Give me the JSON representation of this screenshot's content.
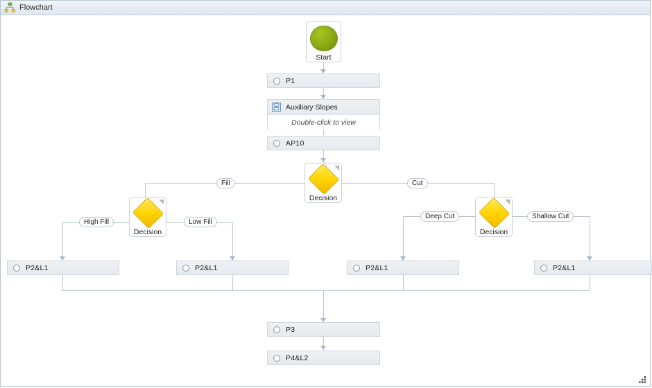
{
  "window": {
    "title": "Flowchart",
    "icon": "flowchart-hierarchy-icon",
    "resize_grip": "resize-grip-icon"
  },
  "palette": {
    "titlebar_bg": "#e7edf3",
    "titlebar_border": "#c3ced9",
    "canvas_bg": "#ffffff",
    "node_fill": "#e9edf1",
    "node_border": "#cfd6dd",
    "connector": "#b9c6d6",
    "arrow": "#a9b6c6",
    "start_green": "#8fae16",
    "decision_yellow": "#ffd400",
    "text": "#1d1d1d"
  },
  "nodes": {
    "start": {
      "label": "Start",
      "shape": "circle",
      "icon": "green-circle-icon"
    },
    "p1": {
      "label": "P1",
      "shape": "process",
      "icon": "circle-bullet-icon"
    },
    "auxiliary_slopes": {
      "title": "Auxiliary Slopes",
      "hint": "Double-click to view",
      "icon": "subprocess-icon"
    },
    "ap10": {
      "label": "AP10",
      "shape": "process",
      "icon": "circle-bullet-icon"
    },
    "decision_main": {
      "label": "Decision",
      "shape": "diamond"
    },
    "decision_fill": {
      "label": "Decision",
      "shape": "diamond"
    },
    "decision_cut": {
      "label": "Decision",
      "shape": "diamond"
    },
    "p2l1_high_fill": {
      "label": "P2&L1",
      "shape": "process",
      "icon": "circle-bullet-icon"
    },
    "p2l1_low_fill": {
      "label": "P2&L1",
      "shape": "process",
      "icon": "circle-bullet-icon"
    },
    "p2l1_deep_cut": {
      "label": "P2&L1",
      "shape": "process",
      "icon": "circle-bullet-icon"
    },
    "p2l1_shallow_cut": {
      "label": "P2&L1",
      "shape": "process",
      "icon": "circle-bullet-icon"
    },
    "p3": {
      "label": "P3",
      "shape": "process",
      "icon": "circle-bullet-icon"
    },
    "p4l2": {
      "label": "P4&L2",
      "shape": "process",
      "icon": "circle-bullet-icon"
    }
  },
  "edge_labels": {
    "fill": "Fill",
    "cut": "Cut",
    "high_fill": "High Fill",
    "low_fill": "Low Fill",
    "deep_cut": "Deep Cut",
    "shallow_cut": "Shallow Cut"
  }
}
